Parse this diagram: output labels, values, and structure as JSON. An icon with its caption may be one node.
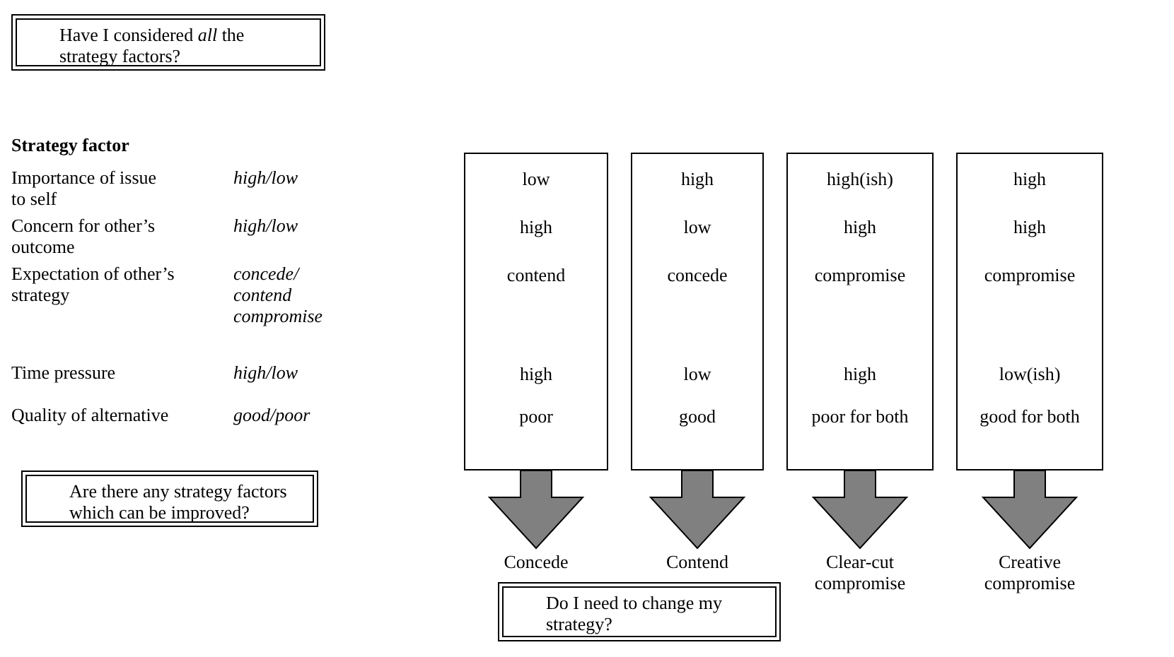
{
  "diagram": {
    "nodes": [
      {
        "text": [
          "Have I considered *all* the strategy factors?"
        ]
      },
      {
        "text": [
          "low",
          "high",
          "contend",
          "high",
          "poor"
        ]
      },
      {
        "text": [
          "high",
          "low",
          "concede",
          "low",
          "good"
        ]
      },
      {
        "text": [
          "high(ish)",
          "high",
          "compromise",
          "high",
          "poor for both"
        ]
      },
      {
        "text": [
          "high",
          "high",
          "compromise",
          "low(ish)",
          "good for both"
        ]
      },
      {
        "text": [
          "Are there any strategy factors which can be improved?"
        ]
      },
      {
        "text": [
          "Concede"
        ]
      },
      {
        "text": [
          "Contend"
        ]
      },
      {
        "text": [
          "Clear-cut compromise"
        ]
      },
      {
        "text": [
          "Creative compromise"
        ]
      },
      {
        "text": [
          "Do I need to change my strategy?"
        ]
      }
    ],
    "edges": [
      {
        "from": 1,
        "to": 6,
        "arrow": "to",
        "style": "thick"
      },
      {
        "from": 2,
        "to": 7,
        "arrow": "to",
        "style": "thick"
      },
      {
        "from": 3,
        "to": 8,
        "arrow": "to",
        "style": "thick"
      },
      {
        "from": 4,
        "to": 9,
        "arrow": "to",
        "style": "thick"
      }
    ],
    "labels": [
      "Strategy factor",
      "Importance of issue to self",
      "high/low",
      "Concern for other’s outcome",
      "high/low",
      "Expectation of other’s strategy",
      "concede/ contend compromise",
      "Time pressure",
      "high/low",
      "Quality of alternative",
      "good/poor"
    ]
  }
}
